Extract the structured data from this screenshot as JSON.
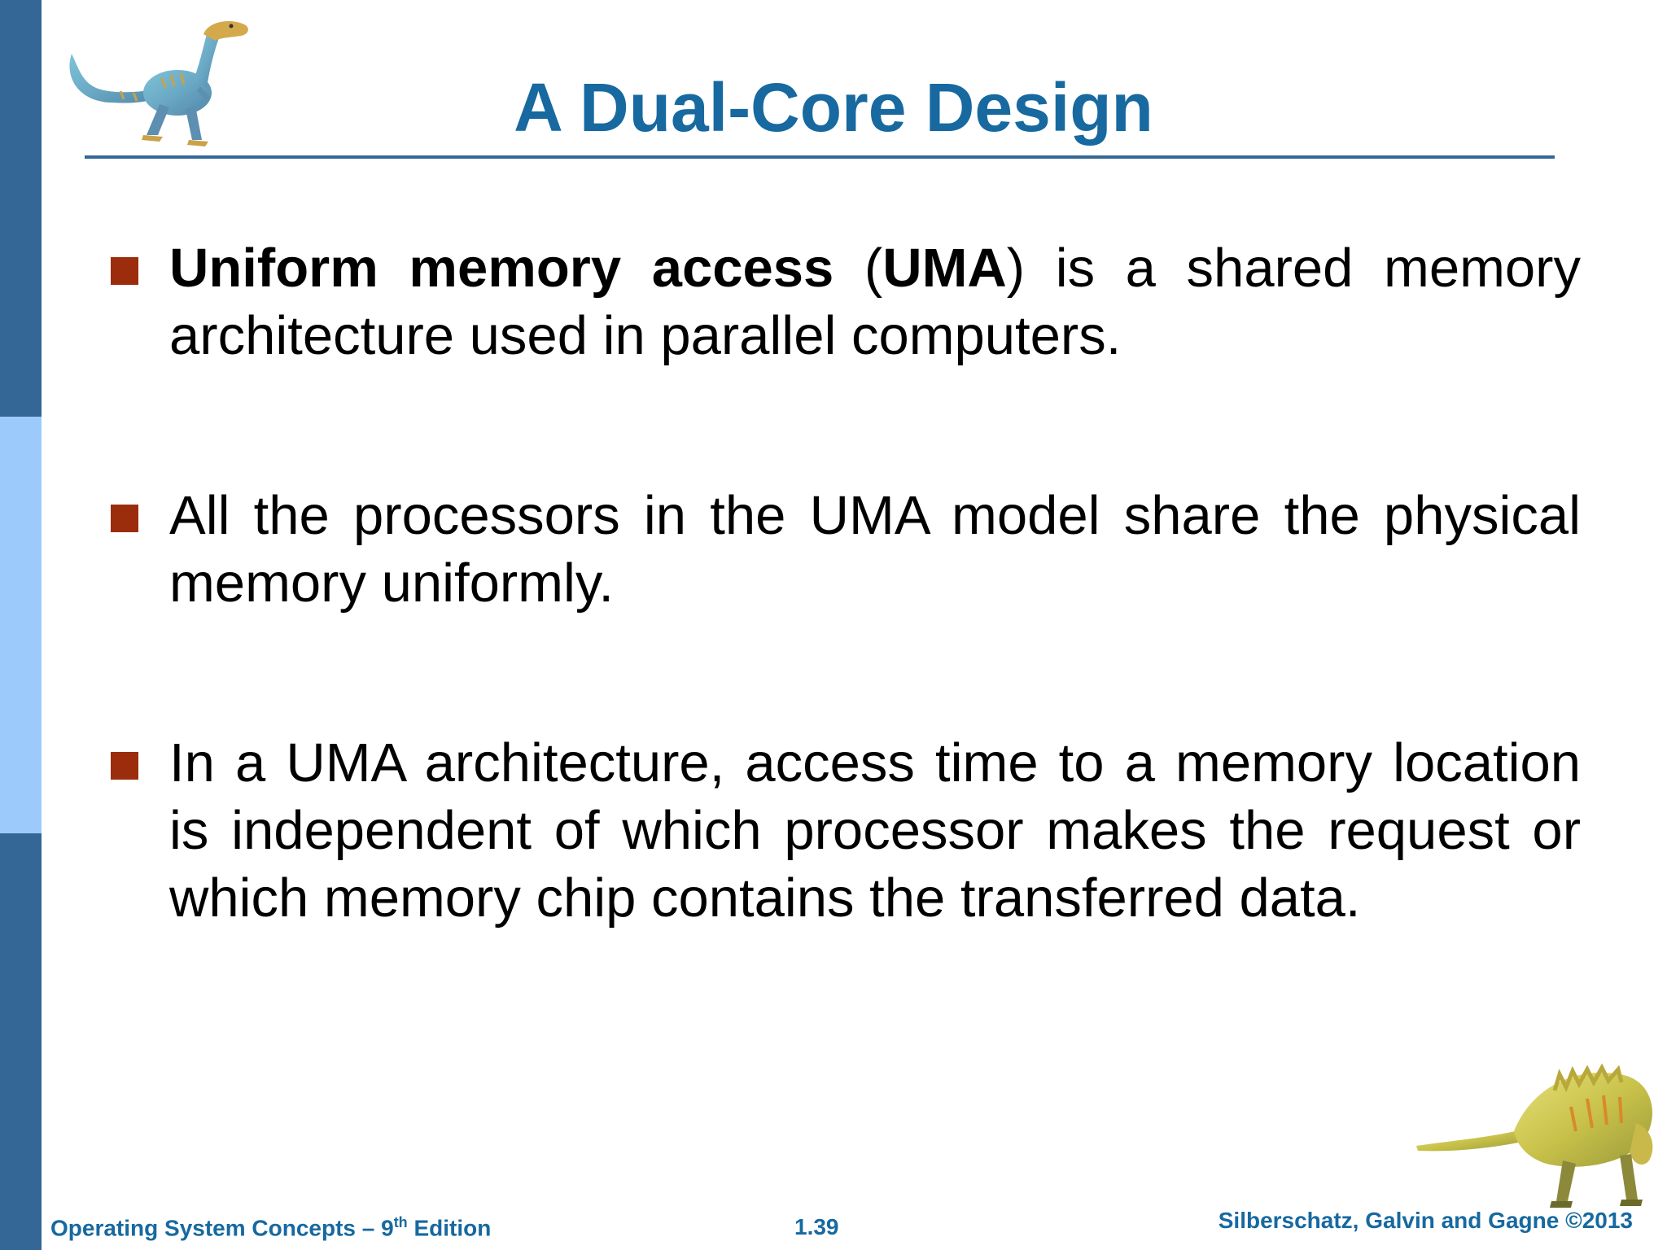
{
  "slide": {
    "title": "A Dual-Core Design",
    "bullets": [
      {
        "parts": [
          {
            "text": "Uniform memory access",
            "bold": true
          },
          {
            "text": " (",
            "bold": false
          },
          {
            "text": "UMA",
            "bold": true
          },
          {
            "text": ") is a shared memory architecture used in parallel computers.",
            "bold": false
          }
        ]
      },
      {
        "parts": [
          {
            "text": "All the processors in the UMA model share the physical memory uniformly.",
            "bold": false
          }
        ]
      },
      {
        "parts": [
          {
            "text": "In a UMA architecture, access time to a memory location is independent of which processor makes the request or which memory chip contains the transferred data.",
            "bold": false
          }
        ]
      }
    ]
  },
  "footer": {
    "book_prefix": "Operating System Concepts – 9",
    "book_sup": "th",
    "book_suffix": " Edition",
    "page_number": "1.39",
    "copyright": "Silberschatz, Galvin and Gagne ©2013"
  },
  "colors": {
    "title": "#1769a0",
    "sidebar_dark": "#346696",
    "sidebar_light": "#9ccbfb",
    "bullet_square": "#9b2c0c"
  },
  "icons": {
    "top_left": "dinosaur-icon",
    "bottom_right": "dinosaur-icon"
  }
}
